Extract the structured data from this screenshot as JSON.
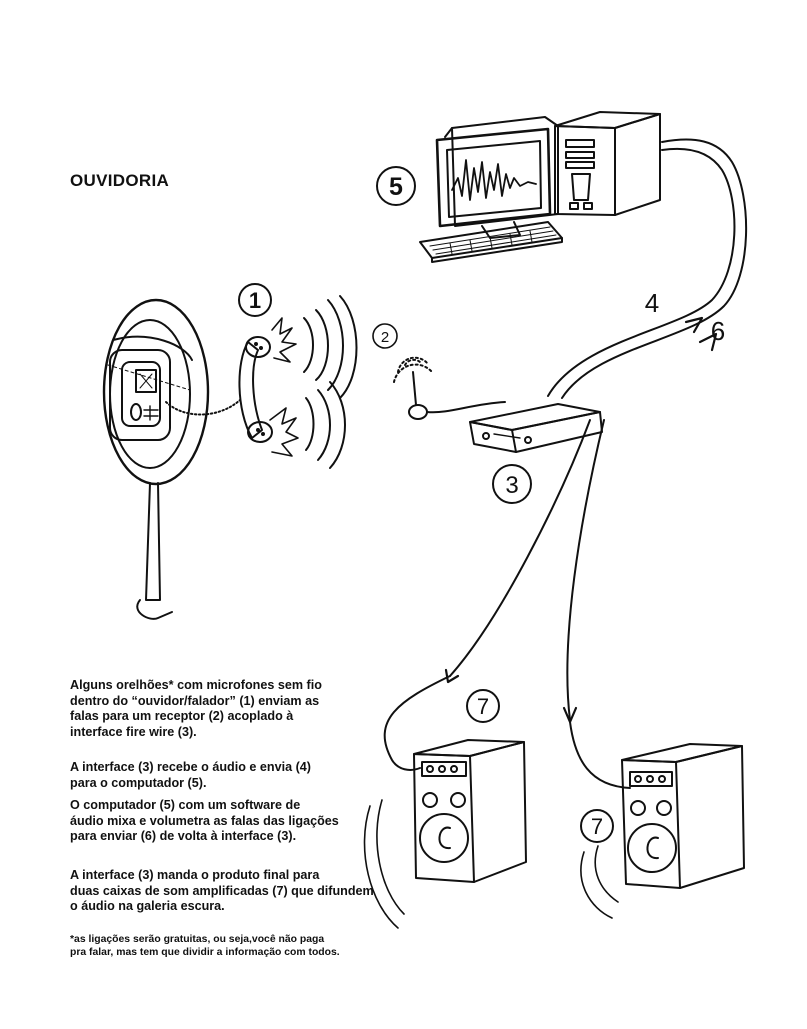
{
  "title": "OUVIDORIA",
  "markers": {
    "m1": "1",
    "m2": "2",
    "m3": "3",
    "m4": "4",
    "m5": "5",
    "m6": "6",
    "m7a": "7",
    "m7b": "7"
  },
  "paragraphs": {
    "p1": "Alguns orelhões* com microfones sem fio\ndentro do “ouvidor/falador” (1) enviam as\nfalas para um receptor (2) acoplado à\ninterface fire wire (3).",
    "p2": "A interface (3) recebe o áudio e envia (4)\npara o computador (5).",
    "p3": "O computador (5) com um software de\náudio mixa e volumetra as falas das ligações\npara enviar (6) de volta à interface (3).",
    "p4": "A interface (3) manda o produto final para\nduas caixas de som amplificadas (7) que difundem\no áudio na galeria escura."
  },
  "footnote": "*as ligações serão gratuitas, ou seja,você não paga\n pra falar, mas tem que dividir a informação com todos.",
  "colors": {
    "ink": "#111111",
    "paper": "#ffffff"
  }
}
